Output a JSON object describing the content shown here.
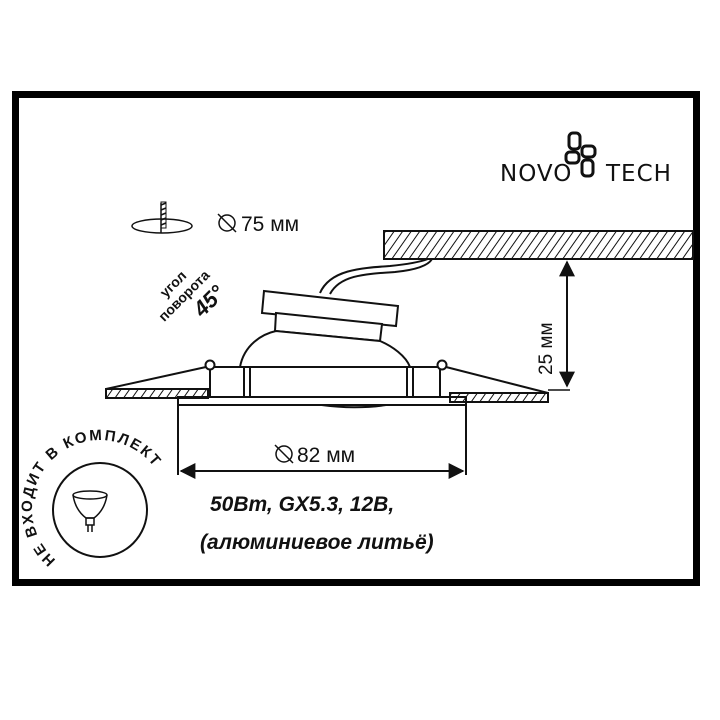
{
  "brand": {
    "name": "NOVOTECH",
    "left_text": "NOVO",
    "right_text": "TECH"
  },
  "cutout": {
    "icon": "ceiling-cutout-icon",
    "diameter_symbol": "⌀",
    "label": "75 мм"
  },
  "rotation": {
    "line1": "угол",
    "line2": "поворота",
    "angle": "45°"
  },
  "depth": {
    "label": "25 мм"
  },
  "outer_diameter": {
    "diameter_symbol": "⌀",
    "label": "82 мм"
  },
  "specs": {
    "line1": "50Вт, GX5.3, 12В,",
    "line2": "(алюминиевое литьё)"
  },
  "lamp_badge": {
    "icon": "mr16-bulb-icon",
    "text": "НЕ ВХОДИТ В КОМПЛЕКТ"
  },
  "colors": {
    "ink": "#111111",
    "background": "#ffffff",
    "frame": "#000000"
  }
}
